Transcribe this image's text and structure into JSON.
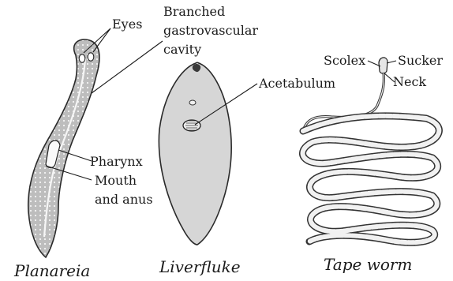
{
  "specimens": [
    {
      "caption": "Planareia",
      "labels": {
        "eyes": "Eyes",
        "cavity": [
          "Branched",
          "gastrovascular",
          "cavity"
        ],
        "pharynx": "Pharynx",
        "mouth": [
          "Mouth",
          "and anus"
        ]
      }
    },
    {
      "caption": "Liverfluke",
      "labels": {
        "acetabulum": "Acetabulum"
      }
    },
    {
      "caption": "Tape worm",
      "labels": {
        "scolex": "Scolex",
        "sucker": "Sucker",
        "neck": "Neck"
      }
    }
  ]
}
